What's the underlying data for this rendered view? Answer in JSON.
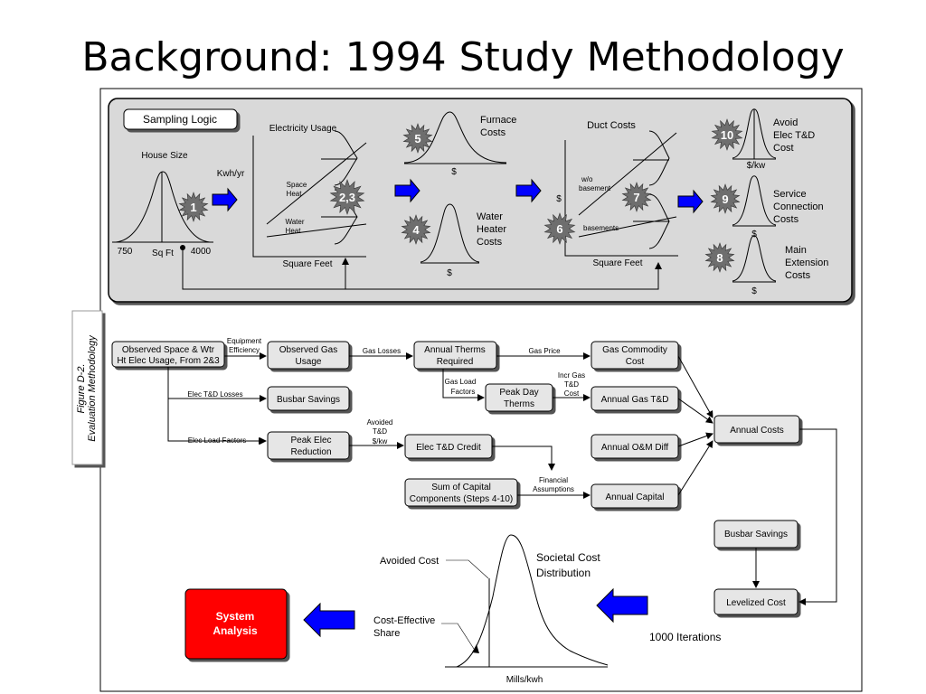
{
  "slide_title": "Background: 1994 Study Methodology",
  "top_panel": {
    "sampling_logic": "Sampling Logic",
    "house_size": "House Size",
    "sqft_min": "750",
    "sqft_label": "Sq Ft",
    "sqft_max": "4000",
    "kwh_yr": "Kwh/yr",
    "electricity_usage": "Electricity Usage",
    "space_heat": [
      "Space",
      "Heat"
    ],
    "water_heat": [
      "Water",
      "Heat"
    ],
    "square_feet_1": "Square Feet",
    "furnace_costs": [
      "Furnace",
      "Costs"
    ],
    "dollar": "$",
    "water_heater_costs": [
      "Water",
      "Heater",
      "Costs"
    ],
    "duct_costs": "Duct Costs",
    "wo_basement": [
      "w/o",
      "basement"
    ],
    "basements": "basements",
    "square_feet_2": "Square Feet",
    "avoid_elec": [
      "Avoid",
      "Elec T&D",
      "Cost"
    ],
    "per_kw": "$/kw",
    "service_connection": [
      "Service",
      "Connection",
      "Costs"
    ],
    "main_extension": [
      "Main",
      "Extension",
      "Costs"
    ],
    "steps": [
      "1",
      "2,3",
      "4",
      "5",
      "6",
      "7",
      "8",
      "9",
      "10"
    ]
  },
  "figure_caption": [
    "Figure D-2.",
    "Evaluation Methodology"
  ],
  "flow": {
    "observed_space": [
      "Observed Space & Wtr",
      "Ht Elec Usage, From 2&3"
    ],
    "equipment_efficiency": [
      "Equipment",
      "Efficiency"
    ],
    "observed_gas": [
      "Observed Gas",
      "Usage"
    ],
    "gas_losses": "Gas Losses",
    "annual_therms": [
      "Annual Therms",
      "Required"
    ],
    "gas_price": "Gas Price",
    "gas_commodity": [
      "Gas Commodity",
      "Cost"
    ],
    "gas_load_factors": [
      "Gas Load",
      "Factors"
    ],
    "peak_day": [
      "Peak Day",
      "Therms"
    ],
    "incr_gas": [
      "Incr Gas",
      "T&D",
      "Cost"
    ],
    "annual_gas_td": "Annual Gas T&D",
    "elec_td_losses": "Elec T&D Losses",
    "busbar_savings_1": "Busbar Savings",
    "elec_load_factors": "Elec Load Factors",
    "peak_elec": [
      "Peak Elec",
      "Reduction"
    ],
    "avoided_td": [
      "Avoided",
      "T&D",
      "$/kw"
    ],
    "elec_td_credit": "Elec T&D Credit",
    "annual_om": "Annual O&M Diff",
    "annual_costs": "Annual  Costs",
    "sum_capital": [
      "Sum of Capital",
      "Components (Steps 4-10)"
    ],
    "financial": [
      "Financial",
      "Assumptions"
    ],
    "annual_capital": "Annual Capital",
    "busbar_savings_2": "Busbar Savings",
    "levelized_cost": "Levelized Cost"
  },
  "bottom": {
    "avoided_cost": "Avoided Cost",
    "societal": [
      "Societal Cost",
      "Distribution"
    ],
    "cost_effective": [
      "Cost-Effective",
      "Share"
    ],
    "iterations": "1000 Iterations",
    "mills_kwh": "Mills/kwh",
    "system_analysis": [
      "System",
      "Analysis"
    ]
  },
  "colors": {
    "panel": "#d9d9d9",
    "box": "#e6e6e6",
    "arrow_blue": "#0000ff",
    "system_red": "#ff0000"
  }
}
